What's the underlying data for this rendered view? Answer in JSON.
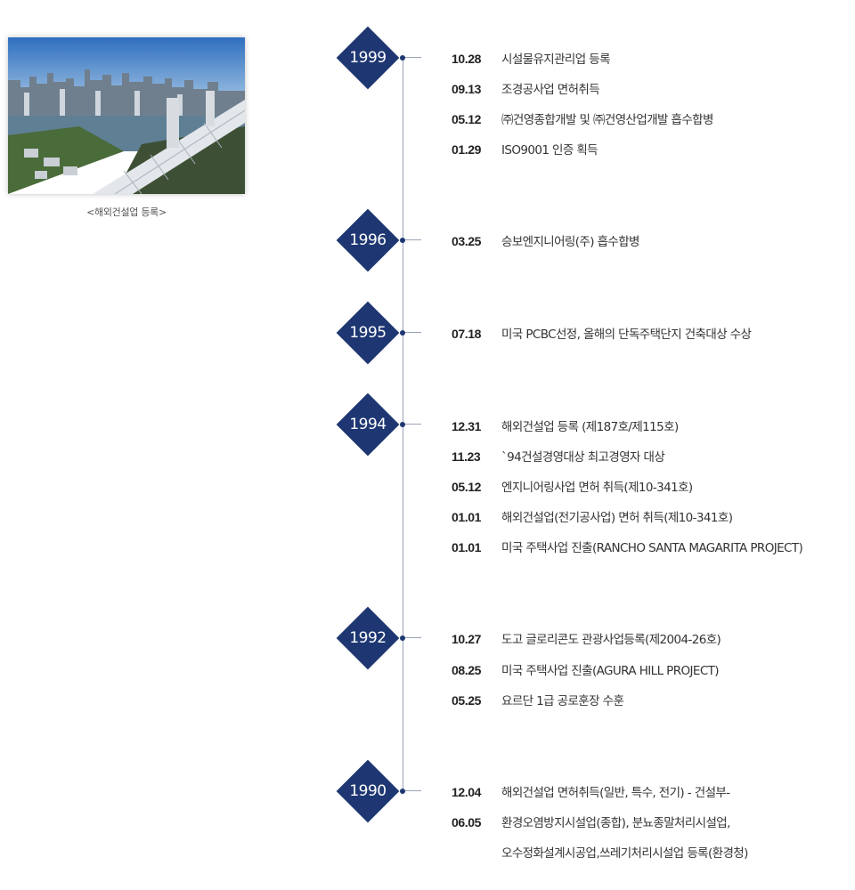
{
  "photo": {
    "caption": "<해외건설업 등록>",
    "colors": {
      "sky": "#4b86c9",
      "river": "#5f7f95",
      "bridge": "#e8eaee"
    }
  },
  "timeline": {
    "accent_color": "#1e3772",
    "groups": [
      {
        "year": "1999",
        "events": [
          {
            "date": "10.28",
            "text": "시설물유지관리업 등록"
          },
          {
            "date": "09.13",
            "text": "조경공사업 면허취득"
          },
          {
            "date": "05.12",
            "text": "㈜건영종합개발 및 ㈜건영산업개발 흡수합병"
          },
          {
            "date": "01.29",
            "text": "ISO9001 인증 획득"
          }
        ]
      },
      {
        "year": "1996",
        "events": [
          {
            "date": "03.25",
            "text": "승보엔지니어링(주) 흡수합병"
          }
        ]
      },
      {
        "year": "1995",
        "events": [
          {
            "date": "07.18",
            "text": "미국 PCBC선정, 올해의 단독주택단지 건축대상 수상"
          }
        ]
      },
      {
        "year": "1994",
        "events": [
          {
            "date": "12.31",
            "text": "해외건설업 등록 (제187호/제115호)"
          },
          {
            "date": "11.23",
            "text": "`94건설경영대상 최고경영자 대상"
          },
          {
            "date": "05.12",
            "text": "엔지니어링사업 면허 취득(제10-341호)"
          },
          {
            "date": "01.01",
            "text": "해외건설업(전기공사업) 면허 취득(제10-341호)"
          },
          {
            "date": "01.01",
            "text": "미국 주택사업 진출(RANCHO SANTA MAGARITA PROJECT)"
          }
        ]
      },
      {
        "year": "1992",
        "events": [
          {
            "date": "10.27",
            "text": "도고 글로리콘도 관광사업등록(제2004-26호)"
          },
          {
            "date": "08.25",
            "text": "미국 주택사업 진출(AGURA HILL PROJECT)"
          },
          {
            "date": "05.25",
            "text": "요르단 1급 공로훈장 수훈"
          }
        ]
      },
      {
        "year": "1990",
        "events": [
          {
            "date": "12.04",
            "text": "해외건설업 면허취득(일반, 특수, 전기) - 건설부-"
          },
          {
            "date": "06.05",
            "text": "환경오염방지시설업(종합), 분뇨종말처리시설업,"
          },
          {
            "date": "",
            "text": "오수정화설계시공업,쓰레기처리시설업 등록(환경청)"
          }
        ]
      }
    ]
  }
}
